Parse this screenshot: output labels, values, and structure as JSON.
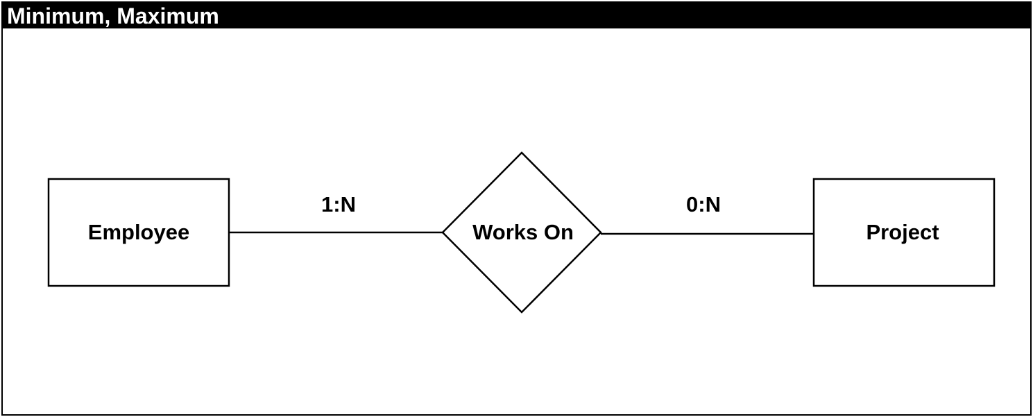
{
  "title": "Minimum, Maximum",
  "diagram": {
    "entities": {
      "left": "Employee",
      "right": "Project"
    },
    "relationship": "Works On",
    "cardinalities": {
      "left": "1:N",
      "right": "0:N"
    }
  },
  "colors": {
    "stroke": "#000000",
    "fill": "#ffffff",
    "title_background": "#000000",
    "title_text": "#ffffff"
  }
}
